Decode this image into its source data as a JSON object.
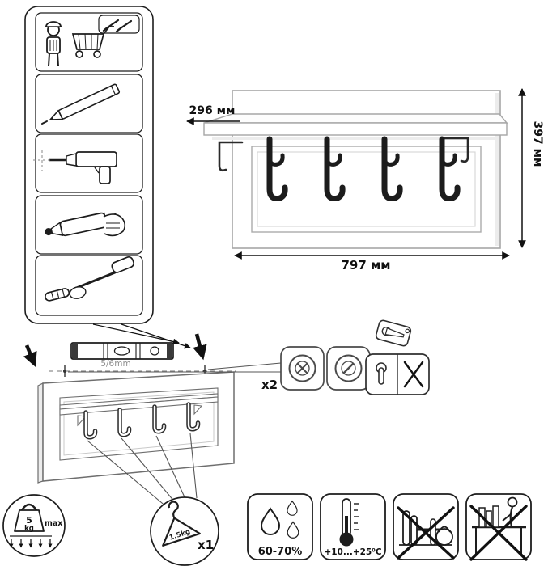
{
  "dimensions": {
    "depth": "296 мм",
    "height": "397 мм",
    "width": "797 мм"
  },
  "installation": {
    "drill_hint": "5/6mm",
    "anchors_count": "x2"
  },
  "load": {
    "max_value": "5",
    "max_unit": "kg",
    "max_label": "max",
    "hanger_weight": "1.5kg",
    "hanger_count": "x1"
  },
  "environment": {
    "humidity": "60-70%",
    "temperature": "+10...+25⁰C"
  },
  "icons": {
    "tools": [
      "worker-cart-icon",
      "pencil-icon",
      "drill-icon",
      "glue-gun-icon",
      "dowel-tool-icon"
    ],
    "notes": [
      "spirit-level-icon",
      "wall-anchor-icon",
      "keyhole-bracket-icon",
      "weight-icon",
      "hanger-icon",
      "water-drops-icon",
      "thermometer-icon",
      "no-heavy-load-icon",
      "no-climb-icon"
    ]
  },
  "colors": {
    "outline": "#1d1d1d",
    "product_outline": "#a6a6a6",
    "gray_text": "#8f8f8f"
  }
}
